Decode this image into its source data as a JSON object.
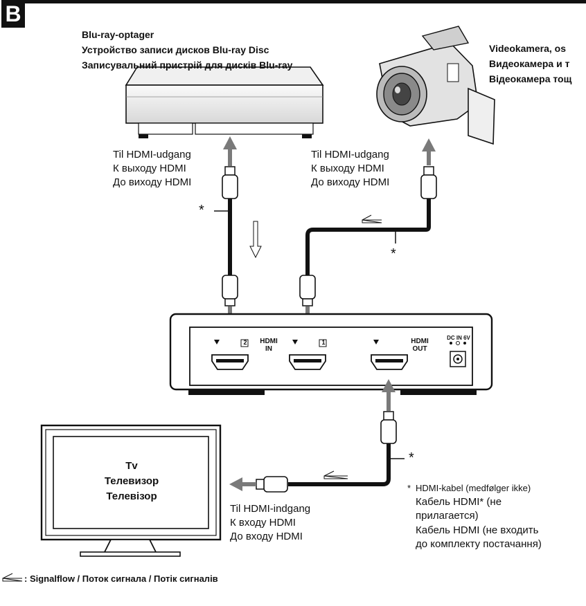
{
  "section": {
    "letter": "B"
  },
  "devices": {
    "bluray": [
      "Blu-ray-optager",
      "Устройство записи дисков Blu-ray Disc",
      "Записувальний пристрій для дисків Blu-ray"
    ],
    "camera": [
      "Videokamera, os",
      "Видеокамера и т",
      "Відеокамера тощ"
    ],
    "tv": [
      "Tv",
      "Телевизор",
      "Телевізор"
    ]
  },
  "connections": {
    "hdmi_output": [
      "Til HDMI-udgang",
      "К выходу HDMI",
      "До виходу HDMI"
    ],
    "hdmi_input": [
      "Til HDMI-indgang",
      "К входу HDMI",
      "До входу HDMI"
    ]
  },
  "switcher": {
    "port_2": "2",
    "port_1": "1",
    "hdmi_in": [
      "HDMI",
      "IN"
    ],
    "hdmi_out": [
      "HDMI",
      "OUT"
    ],
    "dc_in": "DC IN 6V"
  },
  "asterisk": "*",
  "footnote": {
    "marker": "*",
    "lines": [
      "HDMI-kabel (medfølger ikke)",
      "Кабель HDMI* (не",
      "прилагается)",
      "Кабель HDMI (не входить",
      "до комплекту постачання)"
    ]
  },
  "legend": {
    "signal_flow": ": Signalflow / Поток сигнала / Потік сигналів"
  },
  "colors": {
    "ink": "#111111",
    "arrow_grey": "#7a7a7a",
    "background": "#ffffff"
  }
}
